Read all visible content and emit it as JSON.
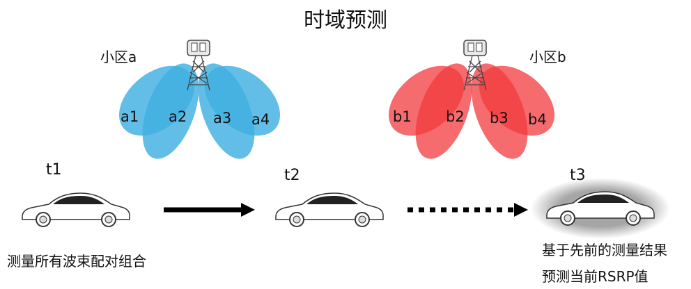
{
  "title": "时域预测",
  "cells": [
    {
      "name": "小区a",
      "color": "#3fb0e0",
      "beams": [
        "a1",
        "a2",
        "a3",
        "a4"
      ]
    },
    {
      "name": "小区b",
      "color": "#f23a3e",
      "beams": [
        "b1",
        "b2",
        "b3",
        "b4"
      ]
    }
  ],
  "timeline": [
    {
      "label": "t1",
      "caption_lines": [
        "测量所有波束配对组合"
      ]
    },
    {
      "label": "t2",
      "caption_lines": []
    },
    {
      "label": "t3",
      "caption_lines": [
        "基于先前的测量结果",
        "预测当前RSRP值"
      ]
    }
  ],
  "arrows": [
    {
      "from": "t1",
      "to": "t2",
      "style": "solid"
    },
    {
      "from": "t2",
      "to": "t3",
      "style": "dotted"
    }
  ]
}
